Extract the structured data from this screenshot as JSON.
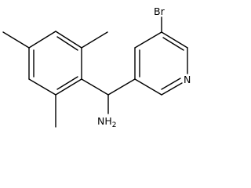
{
  "molecule": {
    "atoms": {
      "br": "Br",
      "n": "N",
      "amine_main": "NH",
      "amine_sub": "2"
    },
    "colors": {
      "bond": "#000000",
      "label": "#000000",
      "background": "#ffffff"
    }
  }
}
